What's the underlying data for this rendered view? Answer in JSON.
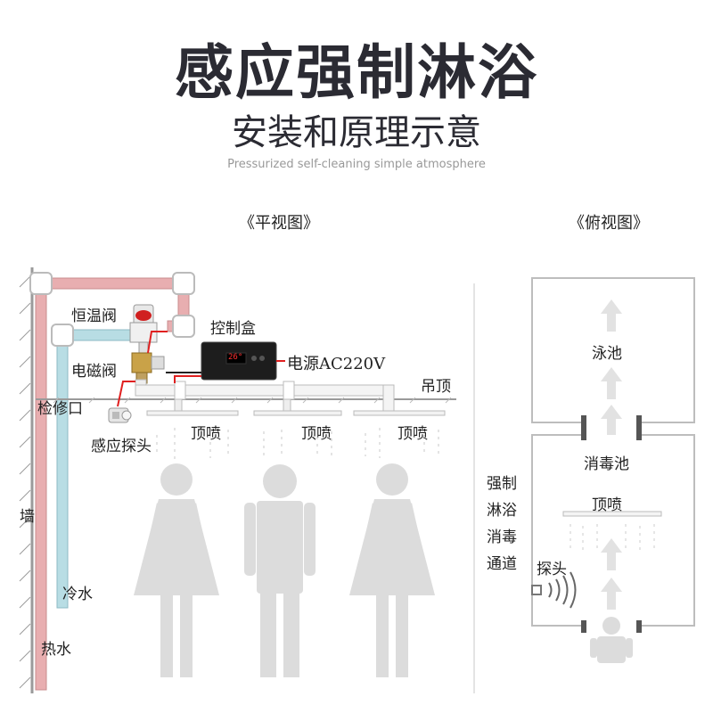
{
  "header": {
    "title": "感应强制淋浴",
    "subtitle": "安装和原理示意",
    "caption": "Pressurized self-cleaning simple atmosphere"
  },
  "side_view": {
    "label": "《平视图》",
    "labels": {
      "thermostatic_valve": "恒温阀",
      "control_box": "控制盒",
      "solenoid_valve": "电磁阀",
      "power": "电源AC220V",
      "ceiling": "吊顶",
      "access_port": "检修口",
      "sensor_probe": "感应探头",
      "top_spray_1": "顶喷",
      "top_spray_2": "顶喷",
      "top_spray_3": "顶喷",
      "wall": "墙",
      "cold_water": "冷水",
      "hot_water": "热水"
    },
    "control_display": "26°"
  },
  "top_view": {
    "label": "《俯视图》",
    "labels": {
      "pool": "泳池",
      "disinfection_pool": "消毒池",
      "top_spray": "顶喷",
      "probe": "探头"
    },
    "channel": [
      "强制",
      "淋浴",
      "消毒",
      "通道"
    ]
  },
  "colors": {
    "hot_pipe": "#e8aeb0",
    "cold_pipe": "#b8dde4",
    "figure": "#dcdcdc",
    "wire": "#e02020",
    "title": "#2b2b33"
  }
}
